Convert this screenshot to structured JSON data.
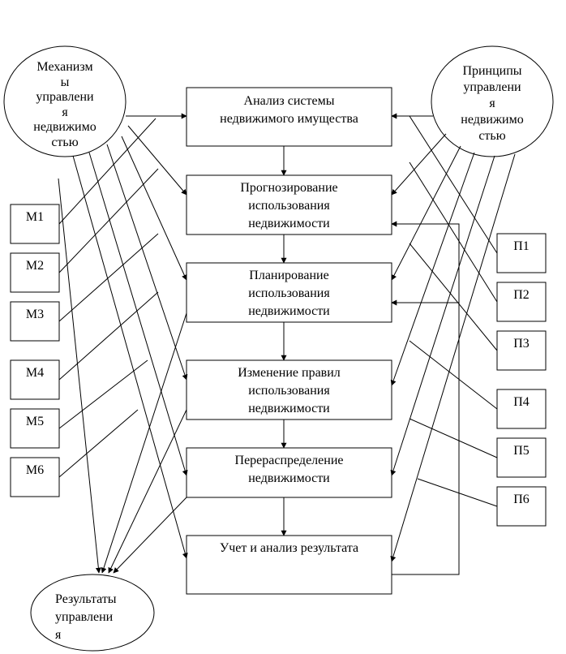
{
  "left_ellipse": {
    "lines": [
      "Механизм",
      "ы",
      "управлени",
      "я",
      "недвижимо",
      "стью"
    ]
  },
  "right_ellipse": {
    "lines": [
      "Принципы",
      "управлени",
      "я",
      "недвижимо",
      "стью"
    ]
  },
  "bottom_ellipse": {
    "lines": [
      "Результаты",
      "управлени",
      "я"
    ]
  },
  "process": [
    {
      "lines": [
        "Анализ системы",
        "недвижимого имущества"
      ]
    },
    {
      "lines": [
        "Прогнозирование",
        "использования",
        "недвижимости"
      ]
    },
    {
      "lines": [
        "Планирование",
        "использования",
        "недвижимости"
      ]
    },
    {
      "lines": [
        "Изменение правил",
        "использования",
        "недвижимости"
      ]
    },
    {
      "lines": [
        "Перераспределение",
        "недвижимости"
      ]
    },
    {
      "lines": [
        "Учет и анализ результата"
      ]
    }
  ],
  "mechanisms": [
    "М1",
    "М2",
    "М3",
    "М4",
    "М5",
    "М6"
  ],
  "principles": [
    "П1",
    "П2",
    "П3",
    "П4",
    "П5",
    "П6"
  ]
}
